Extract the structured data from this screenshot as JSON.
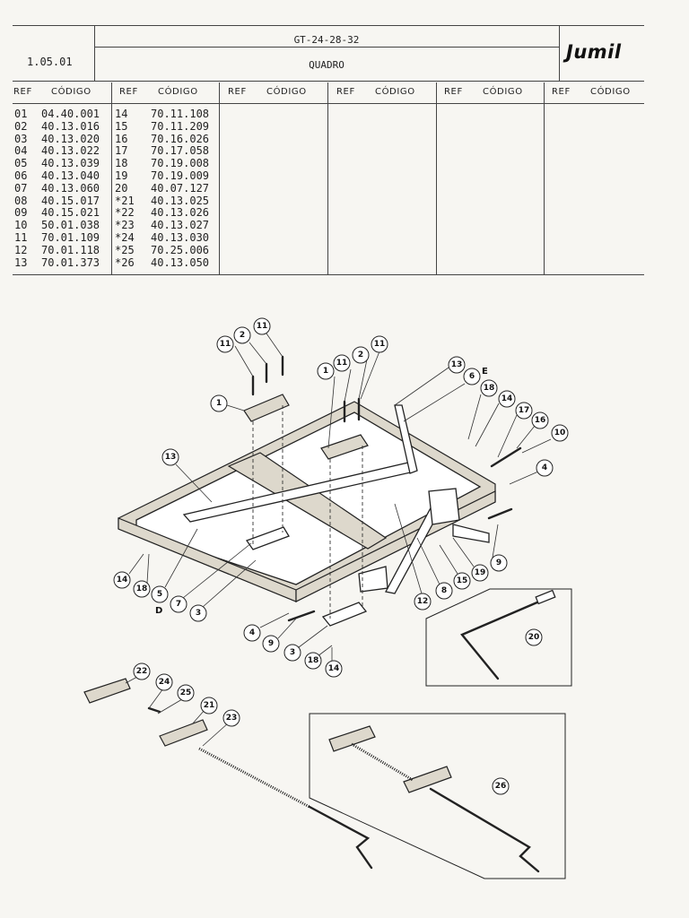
{
  "header": {
    "page_number": "1.05.01",
    "model": "GT-24-28-32",
    "section": "QUADRO",
    "brand": "Jumil"
  },
  "table": {
    "columns": [
      {
        "ref": "REF",
        "code": "CÓDIGO"
      },
      {
        "ref": "REF",
        "code": "CÓDIGO"
      },
      {
        "ref": "REF",
        "code": "CÓDIGO"
      },
      {
        "ref": "REF",
        "code": "CÓDIGO"
      },
      {
        "ref": "REF",
        "code": "CÓDIGO"
      },
      {
        "ref": "REF",
        "code": "CÓDIGO"
      }
    ],
    "rows": [
      {
        "ref1": "01",
        "code1": "04.40.001",
        "ref2": "14",
        "code2": "70.11.108"
      },
      {
        "ref1": "02",
        "code1": "40.13.016",
        "ref2": "15",
        "code2": "70.11.209"
      },
      {
        "ref1": "03",
        "code1": "40.13.020",
        "ref2": "16",
        "code2": "70.16.026"
      },
      {
        "ref1": "04",
        "code1": "40.13.022",
        "ref2": "17",
        "code2": "70.17.058"
      },
      {
        "ref1": "05",
        "code1": "40.13.039",
        "ref2": "18",
        "code2": "70.19.008"
      },
      {
        "ref1": "06",
        "code1": "40.13.040",
        "ref2": "19",
        "code2": "70.19.009"
      },
      {
        "ref1": "07",
        "code1": "40.13.060",
        "ref2": "20",
        "code2": "40.07.127"
      },
      {
        "ref1": "08",
        "code1": "40.15.017",
        "ref2": "*21",
        "code2": "40.13.025"
      },
      {
        "ref1": "09",
        "code1": "40.15.021",
        "ref2": "*22",
        "code2": "40.13.026"
      },
      {
        "ref1": "10",
        "code1": "50.01.038",
        "ref2": "*23",
        "code2": "40.13.027"
      },
      {
        "ref1": "11",
        "code1": "70.01.109",
        "ref2": "*24",
        "code2": "40.13.030"
      },
      {
        "ref1": "12",
        "code1": "70.01.118",
        "ref2": "*25",
        "code2": "70.25.006"
      },
      {
        "ref1": "13",
        "code1": "70.01.373",
        "ref2": "*26",
        "code2": "40.13.050"
      }
    ]
  },
  "diagram": {
    "callouts": [
      "11",
      "2",
      "11",
      "11",
      "2",
      "11",
      "1",
      "1",
      "13",
      "6",
      "18",
      "14",
      "17",
      "16",
      "10",
      "4",
      "13",
      "14",
      "18",
      "5",
      "7",
      "3",
      "12",
      "8",
      "15",
      "19",
      "9",
      "4",
      "9",
      "3",
      "18",
      "14",
      "20",
      "22",
      "24",
      "25",
      "21",
      "23",
      "26"
    ],
    "letters": [
      "E",
      "D"
    ]
  }
}
